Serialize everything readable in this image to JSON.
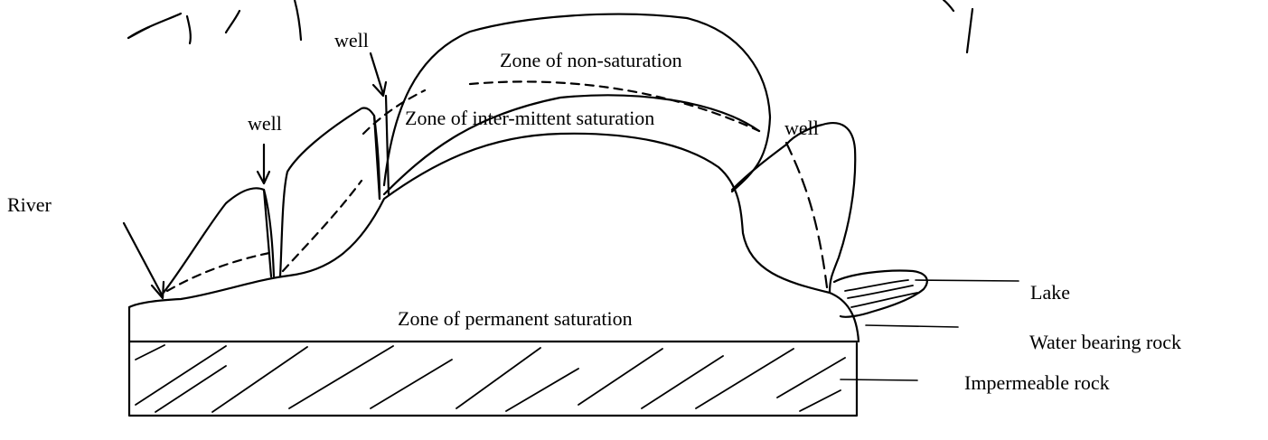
{
  "labels": {
    "well_top": "well",
    "well_left": "well",
    "well_right": "well",
    "zone_non_saturation": "Zone of non-saturation",
    "zone_intermittent": "Zone of inter-mittent saturation",
    "zone_permanent": "Zone of permanent saturation",
    "river": "River",
    "lake": "Lake",
    "water_bearing_rock": "Water bearing rock",
    "impermeable_rock": "Impermeable rock"
  },
  "colors": {
    "ink": "#000000",
    "background": "#ffffff"
  }
}
